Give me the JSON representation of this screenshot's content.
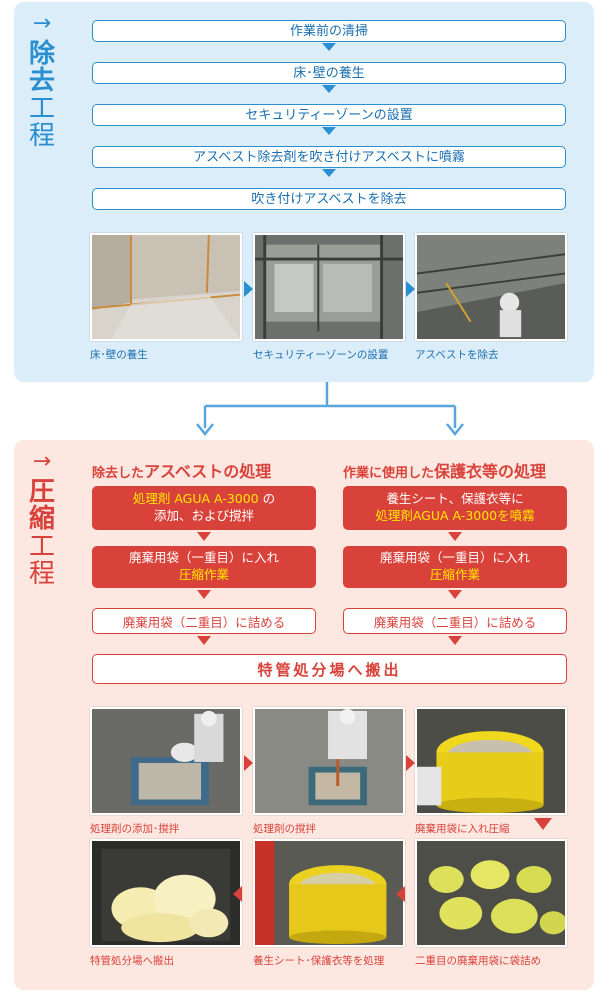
{
  "removal": {
    "title_chars": [
      "除",
      "去",
      "工",
      "程"
    ],
    "steps": [
      "作業前の清掃",
      "床･壁の養生",
      "セキュリティーゾーンの設置",
      "アスベスト除去剤を吹き付けアスベストに噴霧",
      "吹き付けアスベストを除去"
    ],
    "photo_captions": [
      "床･壁の養生",
      "セキュリティーゾーンの設置",
      "アスベストを除去"
    ]
  },
  "compression": {
    "title_chars": [
      "圧",
      "縮",
      "工",
      "程"
    ],
    "left": {
      "heading_small": "除去した",
      "heading_big": "アスベストの処理",
      "box1_line1_yellow": "処理剤 AGUA A-3000",
      "box1_line1_white": " の",
      "box1_line2": "添加、および撹拌",
      "box2_line1": "廃棄用袋（一重目）に入れ",
      "box2_line2_yellow": "圧縮作業",
      "box3": "廃棄用袋（二重目）に詰める"
    },
    "right": {
      "heading_small": "作業に使用した",
      "heading_big": "保護衣等の処理",
      "box1_line1": "養生シート、保護衣等に",
      "box1_line2_yellow": "処理剤AGUA A-3000を噴霧",
      "box2_line1": "廃棄用袋（一重目）に入れ",
      "box2_line2_yellow": "圧縮作業",
      "box3": "廃棄用袋（二重目）に詰める"
    },
    "final_step": "特管処分場へ搬出",
    "photo_captions": [
      "処理剤の添加･撹拌",
      "処理剤の撹拌",
      "廃棄用袋に入れ圧縮",
      "特管処分場へ搬出",
      "養生シート･保護衣等を処理",
      "二重目の廃棄用袋に袋詰め"
    ]
  },
  "colors": {
    "blue": "#2a8fd0",
    "red": "#d9423a",
    "yellow": "#ffe600",
    "light_blue_bg": "#dcedfa",
    "light_pink_bg": "#fde8e1"
  }
}
